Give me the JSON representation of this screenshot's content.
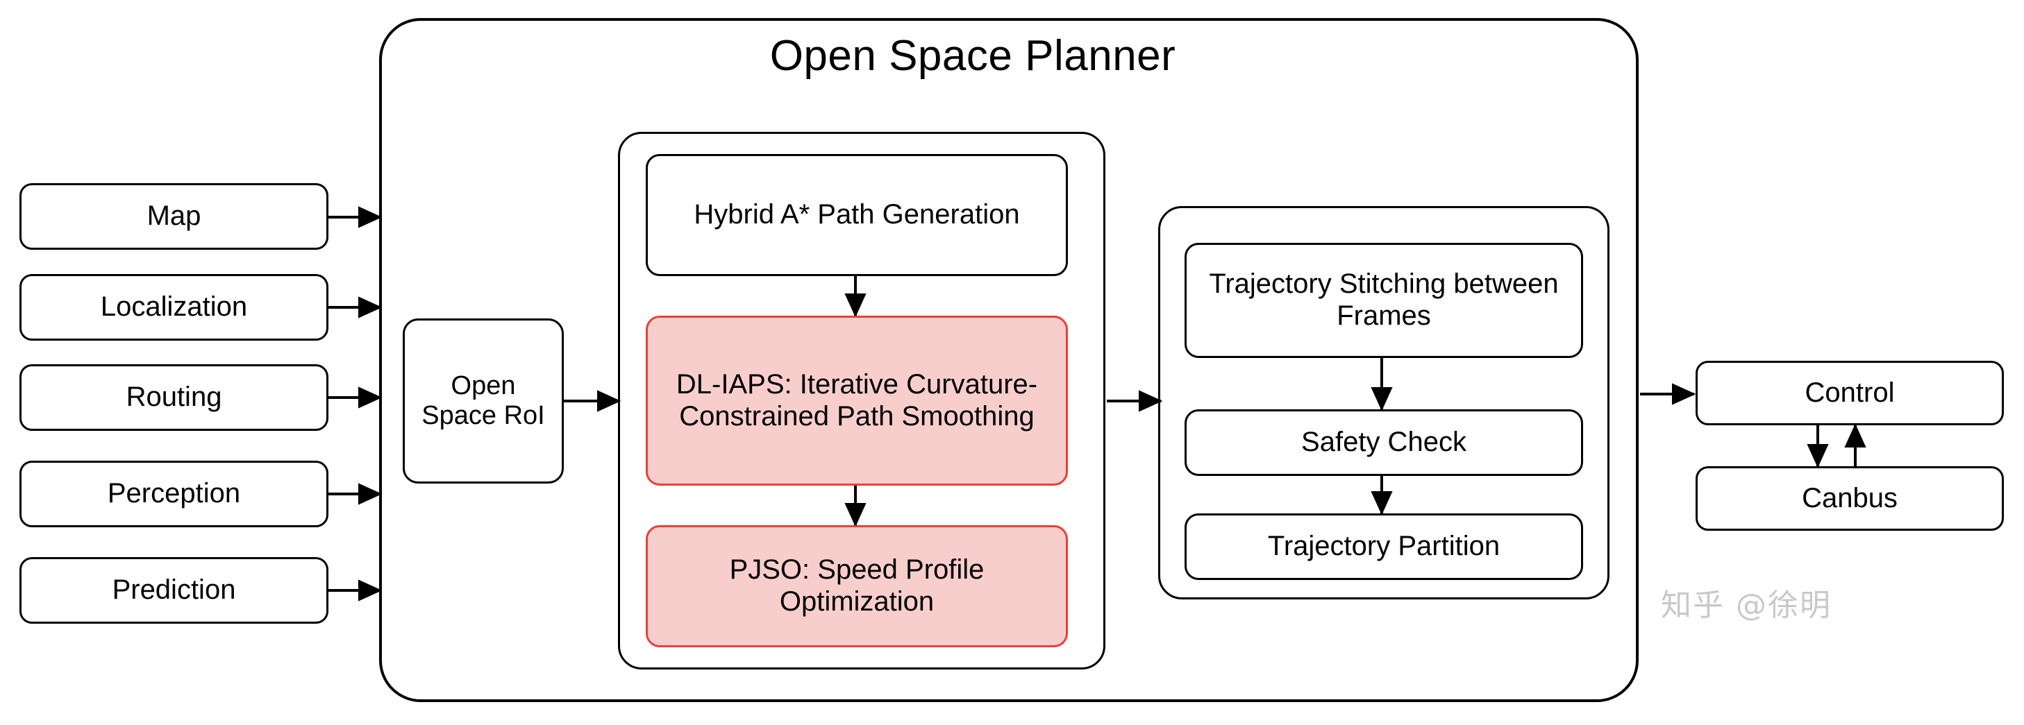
{
  "diagram": {
    "title": "Open Space Planner",
    "watermark": "知乎 @徐明",
    "colors": {
      "highlight_fill": "#F8CECC",
      "highlight_stroke": "#E8403A",
      "node_stroke": "#000000",
      "background": "#FFFFFF",
      "watermark": "#C9C9C9"
    }
  },
  "inputs": {
    "items": [
      {
        "label": "Map"
      },
      {
        "label": "Localization"
      },
      {
        "label": "Routing"
      },
      {
        "label": "Perception"
      },
      {
        "label": "Prediction"
      }
    ]
  },
  "roi": {
    "label": "Open Space RoI",
    "lines": [
      "Open",
      "Space",
      "RoI"
    ]
  },
  "path_speed_group": {
    "nodes": [
      {
        "label": "Hybrid A* Path Generation",
        "highlight": false
      },
      {
        "label": "DL-IAPS: Iterative Curvature-Constrained Path Smoothing",
        "highlight": true
      },
      {
        "label": "PJSO: Speed Profile Optimization",
        "highlight": true
      }
    ]
  },
  "trajectory_group": {
    "nodes": [
      {
        "label": "Trajectory Stitching between Frames",
        "highlight": false
      },
      {
        "label": "Safety Check",
        "highlight": false
      },
      {
        "label": "Trajectory Partition",
        "highlight": false
      }
    ]
  },
  "outputs": {
    "items": [
      {
        "label": "Control"
      },
      {
        "label": "Canbus"
      }
    ]
  },
  "edges": [
    {
      "from": "Map",
      "to": "Open Space Planner",
      "style": "arrow"
    },
    {
      "from": "Localization",
      "to": "Open Space Planner",
      "style": "arrow"
    },
    {
      "from": "Routing",
      "to": "Open Space Planner",
      "style": "arrow"
    },
    {
      "from": "Perception",
      "to": "Open Space Planner",
      "style": "arrow"
    },
    {
      "from": "Prediction",
      "to": "Open Space Planner",
      "style": "arrow"
    },
    {
      "from": "Open Space RoI",
      "to": "Hybrid A* Path Generation",
      "style": "arrow"
    },
    {
      "from": "Hybrid A* Path Generation",
      "to": "DL-IAPS: Iterative Curvature-Constrained Path Smoothing",
      "style": "arrow"
    },
    {
      "from": "DL-IAPS: Iterative Curvature-Constrained Path Smoothing",
      "to": "PJSO: Speed Profile Optimization",
      "style": "arrow"
    },
    {
      "from": "Path/Speed Group",
      "to": "Trajectory Group",
      "style": "arrow"
    },
    {
      "from": "Trajectory Stitching between Frames",
      "to": "Safety Check",
      "style": "arrow"
    },
    {
      "from": "Safety Check",
      "to": "Trajectory Partition",
      "style": "arrow"
    },
    {
      "from": "Open Space Planner",
      "to": "Control",
      "style": "arrow"
    },
    {
      "from": "Control",
      "to": "Canbus",
      "style": "arrow"
    },
    {
      "from": "Canbus",
      "to": "Control",
      "style": "arrow"
    }
  ]
}
